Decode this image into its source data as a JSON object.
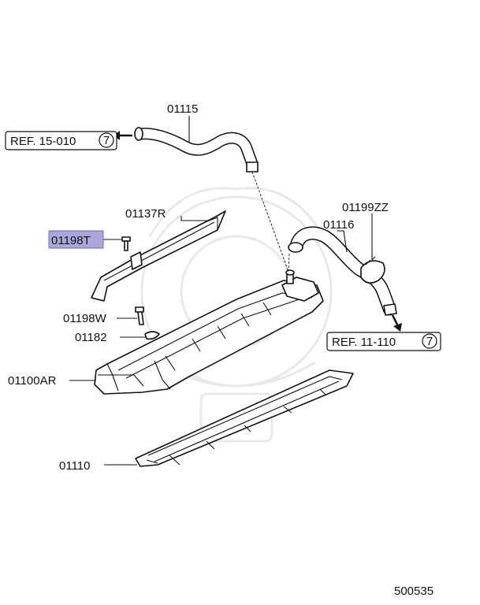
{
  "diagram": {
    "ref_top": {
      "text": "REF. 15-010",
      "circle": "7"
    },
    "ref_bottom": {
      "text": "REF. 11-110",
      "circle": "7"
    },
    "labels": {
      "p01115": "01115",
      "p01137R": "01137R",
      "p01198T": "01198T",
      "p01199ZZ": "01199ZZ",
      "p01116": "01116",
      "p01198W": "01198W",
      "p01182": "01182",
      "p01100AR": "01100AR",
      "p01110": "01110"
    },
    "highlighted_part": "01198T",
    "highlight_color": "#a9a6dc",
    "diagram_code": "500535"
  }
}
